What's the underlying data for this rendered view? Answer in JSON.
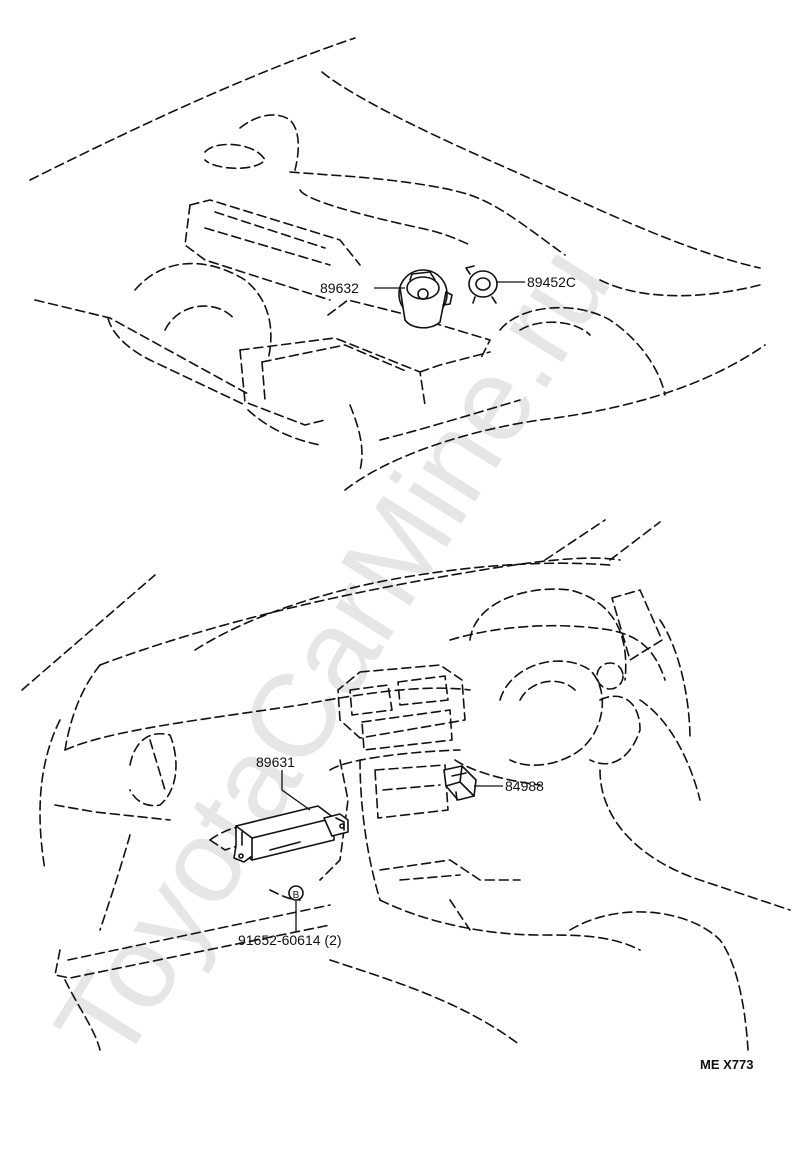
{
  "watermark": "ToyotaCarMine.ru",
  "parts": [
    {
      "id": "p1",
      "number": "89632"
    },
    {
      "id": "p2",
      "number": "89452C"
    },
    {
      "id": "p3",
      "number": "89631"
    },
    {
      "id": "p4",
      "number": "84988"
    },
    {
      "id": "p5",
      "number": "91652-60614 (2)"
    }
  ],
  "bolt_symbol": "B",
  "illustration_code": "ME X773"
}
